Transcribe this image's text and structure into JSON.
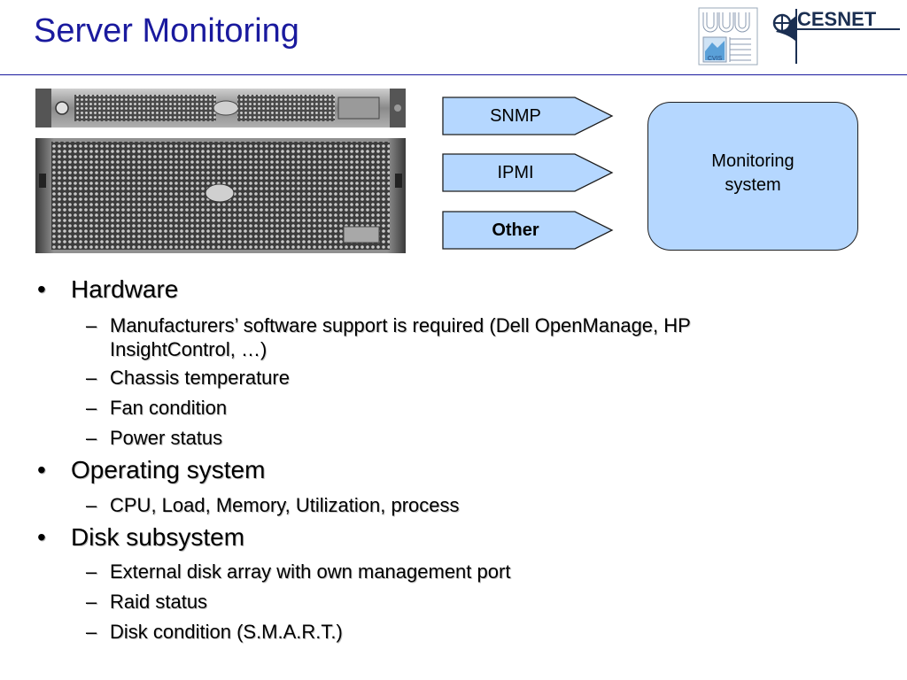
{
  "slide": {
    "title": "Server Monitoring"
  },
  "logos": {
    "cvis_text": "CVIS",
    "cesnet_text": "CESNET"
  },
  "diagram": {
    "protocols": [
      {
        "label": "SNMP",
        "bold": false
      },
      {
        "label": "IPMI",
        "bold": false
      },
      {
        "label": "Other",
        "bold": true
      }
    ],
    "target": {
      "line1": "Monitoring",
      "line2": "system"
    },
    "colors": {
      "box_fill": "#b5d7ff",
      "title_blue": "#1a1a9e"
    }
  },
  "bullets": {
    "hardware": {
      "label": "Hardware",
      "items": [
        "Manufacturers’ software support is required (Dell OpenManage, HP",
        "InsightControl, …)",
        "Chassis temperature",
        "Fan condition",
        "Power status"
      ]
    },
    "os": {
      "label": "Operating system",
      "items": [
        "CPU, Load, Memory, Utilization, process"
      ]
    },
    "disk": {
      "label": "Disk subsystem",
      "items": [
        "External disk array with own management port",
        "Raid status",
        "Disk condition (S.M.A.R.T.)"
      ]
    },
    "bullet_char": "•",
    "dash_char": "–"
  }
}
